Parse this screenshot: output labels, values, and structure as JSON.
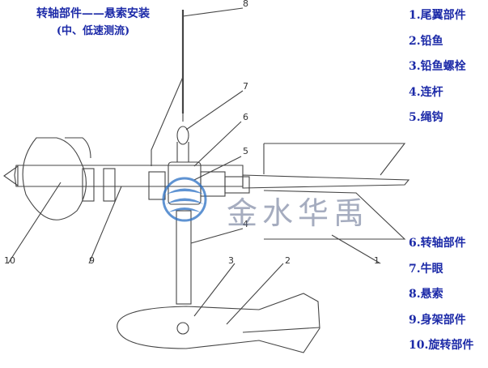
{
  "title": {
    "line1": "转轴部件——悬索安装",
    "line2": "(中、低速测流)"
  },
  "legend_top": [
    "1.尾翼部件",
    "2.铅鱼",
    "3.铅鱼螺栓",
    "4.连杆",
    "5.绳钩"
  ],
  "legend_bottom": [
    "6.转轴部件",
    "7.牛眼",
    "8.悬索",
    "9.身架部件",
    "10.旋转部件"
  ],
  "callouts": [
    "1",
    "2",
    "3",
    "4",
    "5",
    "6",
    "7",
    "8",
    "9",
    "10"
  ],
  "watermark": "金水华禹",
  "colors": {
    "text_blue": "#1c2aa8",
    "line": "#444444",
    "watermark_blue": "#2a6fc4"
  }
}
